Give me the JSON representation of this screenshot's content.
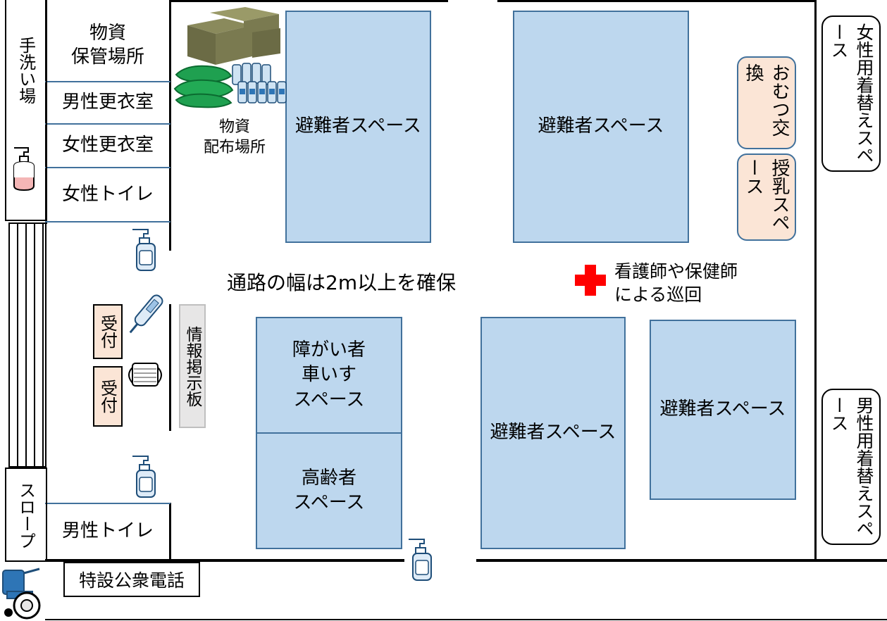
{
  "rooms": {
    "handwash": "手洗い場",
    "supply_storage": "物資\n保管場所",
    "male_changing": "男性更衣室",
    "female_changing": "女性更衣室",
    "female_toilet": "女性トイレ",
    "slope": "スロープ",
    "male_toilet": "男性トイレ",
    "public_phone": "特設公衆電話",
    "supply_distribution": "物資\n配布場所",
    "reception_1": "受付",
    "reception_2": "受付",
    "info_board": "情報掲示板"
  },
  "spaces": {
    "evacuee_1": "避難者スペース",
    "evacuee_2": "避難者スペース",
    "evacuee_3": "避難者スペース",
    "evacuee_4": "避難者スペース",
    "disabled": "障がい者\n車いす\nスペース",
    "elderly": "高齢者\nスペース",
    "diaper": "おむつ交換",
    "nursing": "授乳スペース",
    "female_dress": "女性用着替えスペース",
    "male_dress": "男性用着替えスペース"
  },
  "notes": {
    "aisle": "通路の幅は2m以上を確保",
    "nurse_patrol": "看護師や保健師\nによる巡回"
  },
  "icons": [
    "hand-sanitizer-icon",
    "thermometer-icon",
    "mask-icon",
    "red-cross-icon",
    "wheelchair-icon",
    "supply-boxes-icon",
    "blanket-icon",
    "water-bottles-icon"
  ],
  "colors": {
    "space_fill": "#bdd7ee",
    "space_border": "#41719c",
    "peach": "#fbe5d6",
    "red_cross": "#ff0000"
  }
}
